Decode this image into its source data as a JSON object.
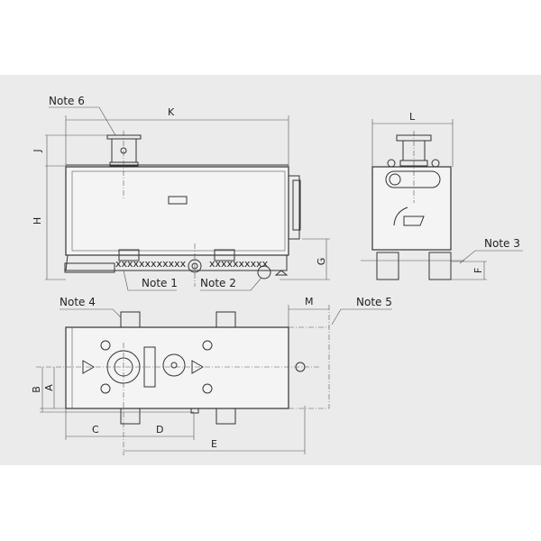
{
  "notes": {
    "n1": "Note 1",
    "n2": "Note 2",
    "n3": "Note 3",
    "n4": "Note 4",
    "n5": "Note 5",
    "n6": "Note 6"
  },
  "dimensions": {
    "A": "A",
    "B": "B",
    "C": "C",
    "D": "D",
    "E": "E",
    "F": "F",
    "G": "G",
    "H": "H",
    "J": "J",
    "K": "K",
    "L": "L",
    "M": "M"
  },
  "label_plate_text": "xxxxxxxxxxxx",
  "colors": {
    "background_band": "#ebebeb",
    "line": "#333333"
  }
}
